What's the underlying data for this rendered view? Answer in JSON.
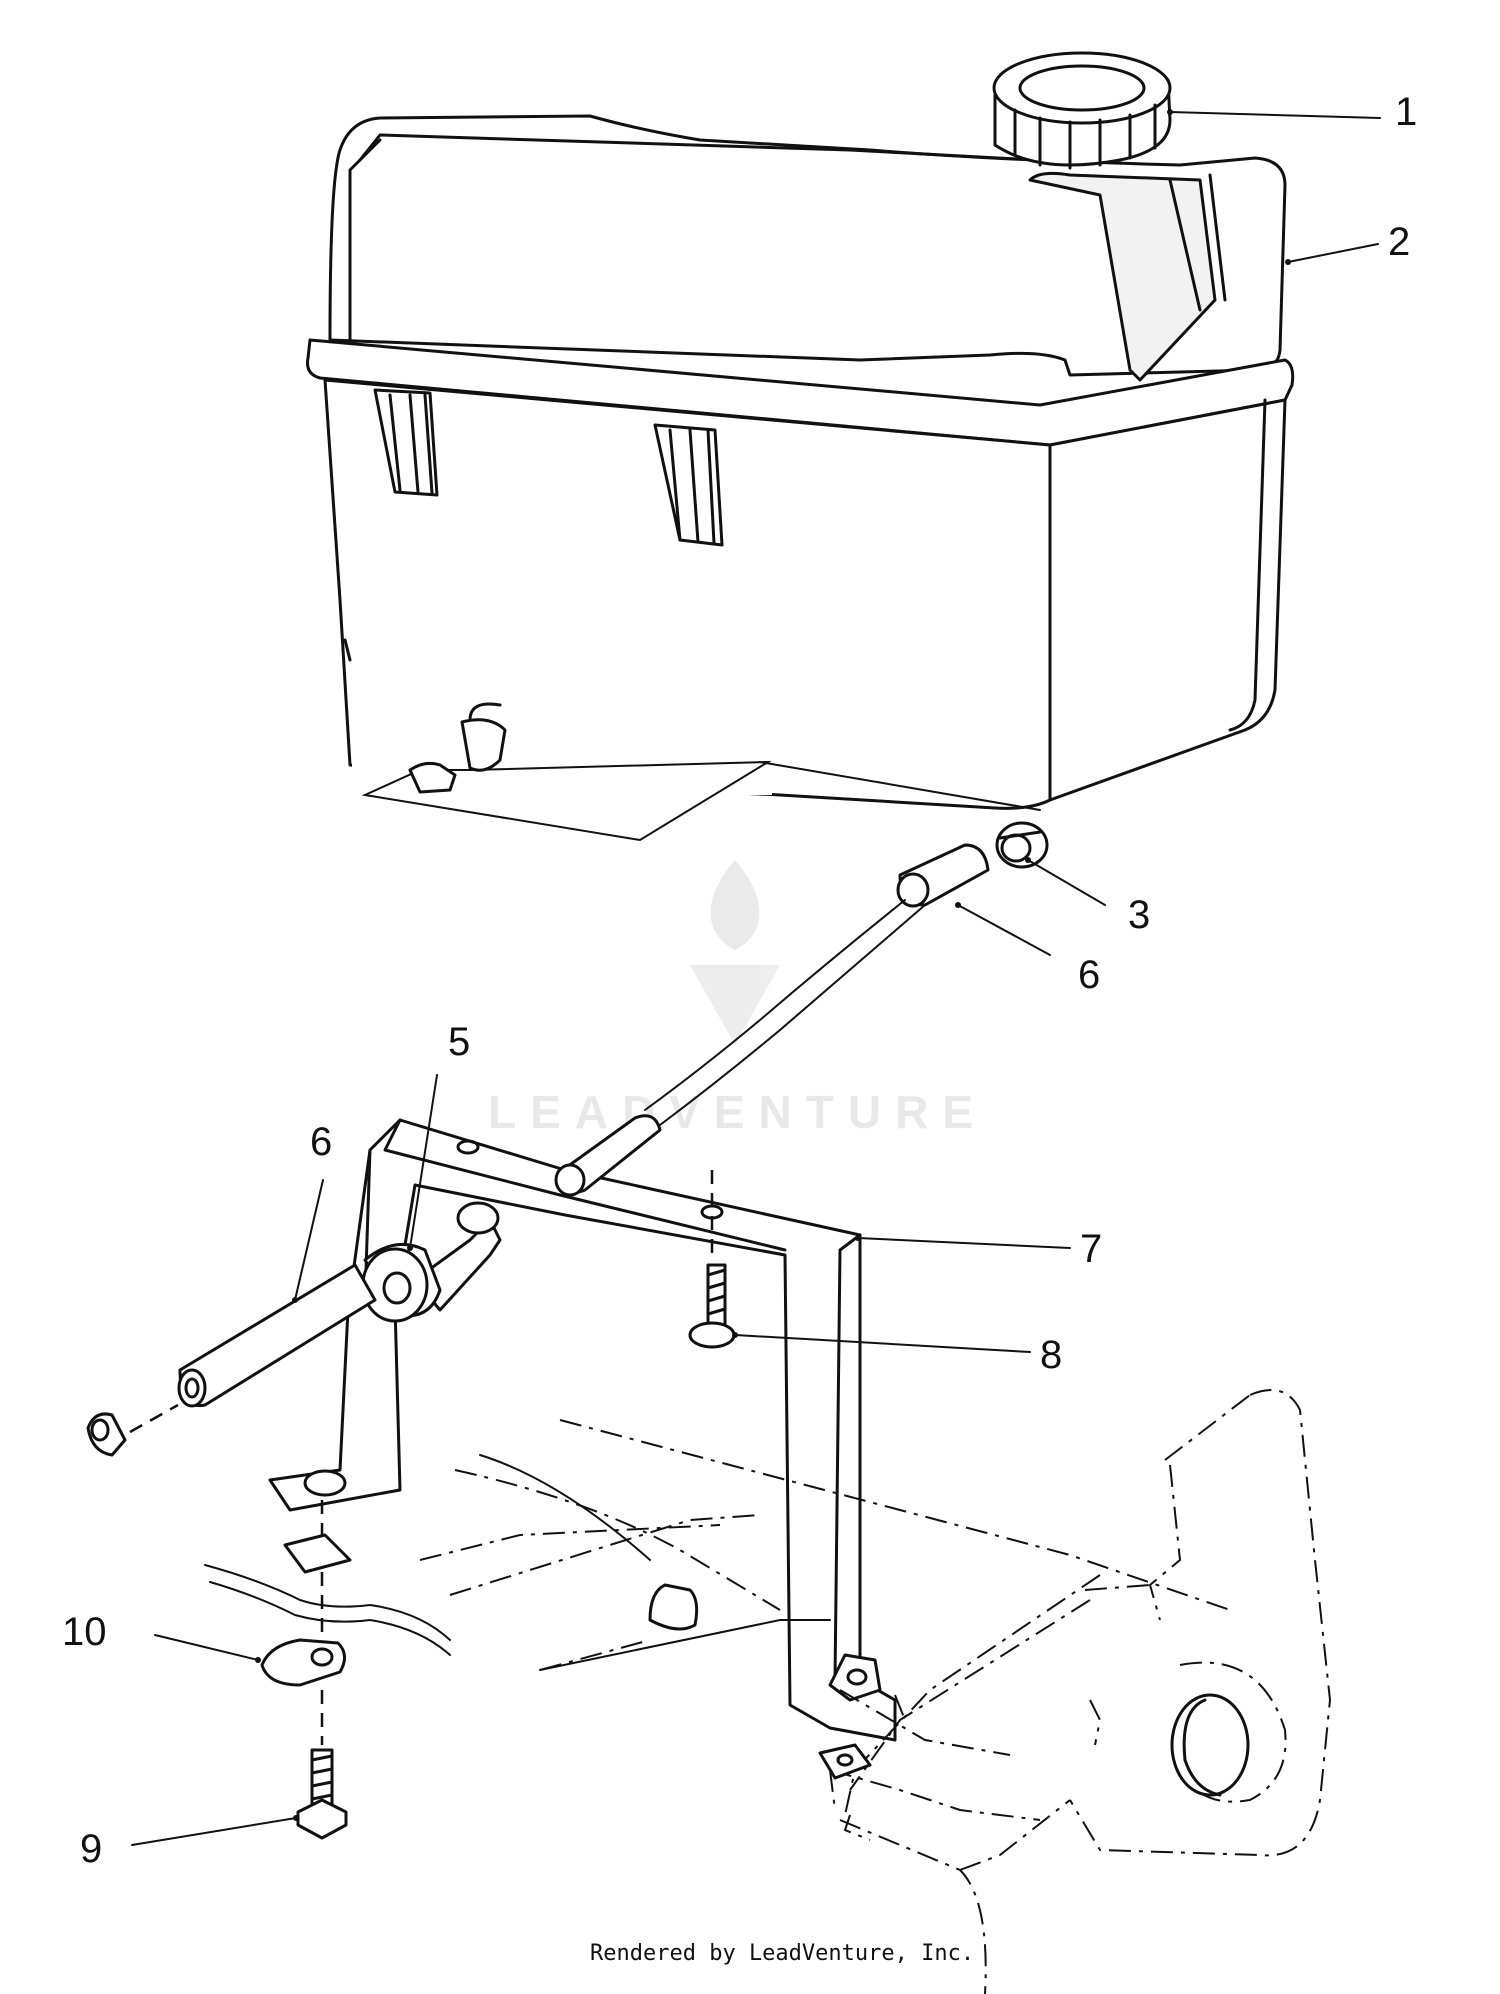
{
  "callouts": [
    {
      "id": "1",
      "label": "1"
    },
    {
      "id": "2",
      "label": "2"
    },
    {
      "id": "3",
      "label": "3"
    },
    {
      "id": "6a",
      "label": "6"
    },
    {
      "id": "5",
      "label": "5"
    },
    {
      "id": "6b",
      "label": "6"
    },
    {
      "id": "7",
      "label": "7"
    },
    {
      "id": "8",
      "label": "8"
    },
    {
      "id": "10",
      "label": "10"
    },
    {
      "id": "9",
      "label": "9"
    }
  ],
  "watermark": {
    "text": "LEADVENTURE"
  },
  "footer": {
    "text": "Rendered by LeadVenture, Inc."
  }
}
